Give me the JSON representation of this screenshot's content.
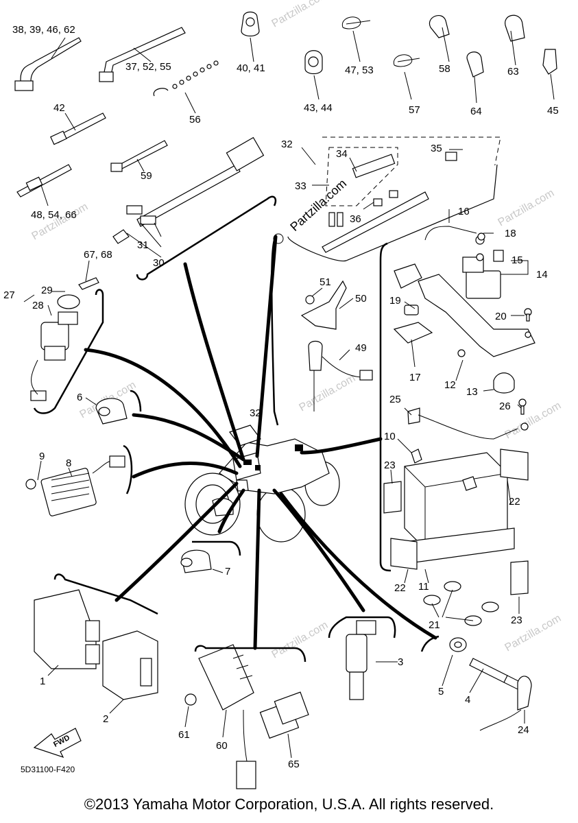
{
  "callouts": [
    {
      "id": "c1",
      "text": "38, 39, 46, 62"
    },
    {
      "id": "c2",
      "text": "37, 52, 55"
    },
    {
      "id": "c3",
      "text": "40, 41"
    },
    {
      "id": "c4",
      "text": "47, 53"
    },
    {
      "id": "c5",
      "text": "58"
    },
    {
      "id": "c6",
      "text": "63"
    },
    {
      "id": "c7",
      "text": "43, 44"
    },
    {
      "id": "c8",
      "text": "57"
    },
    {
      "id": "c9",
      "text": "64"
    },
    {
      "id": "c10",
      "text": "45"
    },
    {
      "id": "c11",
      "text": "42"
    },
    {
      "id": "c12",
      "text": "56"
    },
    {
      "id": "c13",
      "text": "59"
    },
    {
      "id": "c14",
      "text": "48, 54, 66"
    },
    {
      "id": "c15",
      "text": "32"
    },
    {
      "id": "c16",
      "text": "34"
    },
    {
      "id": "c17",
      "text": "35"
    },
    {
      "id": "c18",
      "text": "33"
    },
    {
      "id": "c19",
      "text": "36"
    },
    {
      "id": "c20",
      "text": "31"
    },
    {
      "id": "c21",
      "text": "30"
    },
    {
      "id": "c22",
      "text": "16"
    },
    {
      "id": "c23",
      "text": "18"
    },
    {
      "id": "c24",
      "text": "15"
    },
    {
      "id": "c25",
      "text": "14"
    },
    {
      "id": "c26",
      "text": "67, 68"
    },
    {
      "id": "c27",
      "text": "29"
    },
    {
      "id": "c28",
      "text": "27"
    },
    {
      "id": "c29",
      "text": "28"
    },
    {
      "id": "c30",
      "text": "51"
    },
    {
      "id": "c31",
      "text": "50"
    },
    {
      "id": "c32",
      "text": "19"
    },
    {
      "id": "c33",
      "text": "20"
    },
    {
      "id": "c34",
      "text": "49"
    },
    {
      "id": "c35",
      "text": "17"
    },
    {
      "id": "c36",
      "text": "12"
    },
    {
      "id": "c37",
      "text": "13"
    },
    {
      "id": "c38",
      "text": "6"
    },
    {
      "id": "c39",
      "text": "32"
    },
    {
      "id": "c40",
      "text": "25"
    },
    {
      "id": "c41",
      "text": "26"
    },
    {
      "id": "c42",
      "text": "10"
    },
    {
      "id": "c43",
      "text": "9"
    },
    {
      "id": "c44",
      "text": "8"
    },
    {
      "id": "c45",
      "text": "23"
    },
    {
      "id": "c46",
      "text": "22"
    },
    {
      "id": "c47",
      "text": "7"
    },
    {
      "id": "c48",
      "text": "22"
    },
    {
      "id": "c49",
      "text": "11"
    },
    {
      "id": "c50",
      "text": "21"
    },
    {
      "id": "c51",
      "text": "23"
    },
    {
      "id": "c52",
      "text": "3"
    },
    {
      "id": "c53",
      "text": "1"
    },
    {
      "id": "c54",
      "text": "2"
    },
    {
      "id": "c55",
      "text": "5"
    },
    {
      "id": "c56",
      "text": "4"
    },
    {
      "id": "c57",
      "text": "61"
    },
    {
      "id": "c58",
      "text": "60"
    },
    {
      "id": "c59",
      "text": "24"
    },
    {
      "id": "c60",
      "text": "65"
    }
  ],
  "fwd_label": "FWD",
  "diagram_code": "5D31100-F420",
  "watermark_text": "Partzilla.com",
  "watermark_url": "Partzilla.com",
  "copyright": "©2013 Yamaha Motor Corporation, U.S.A. All rights reserved."
}
